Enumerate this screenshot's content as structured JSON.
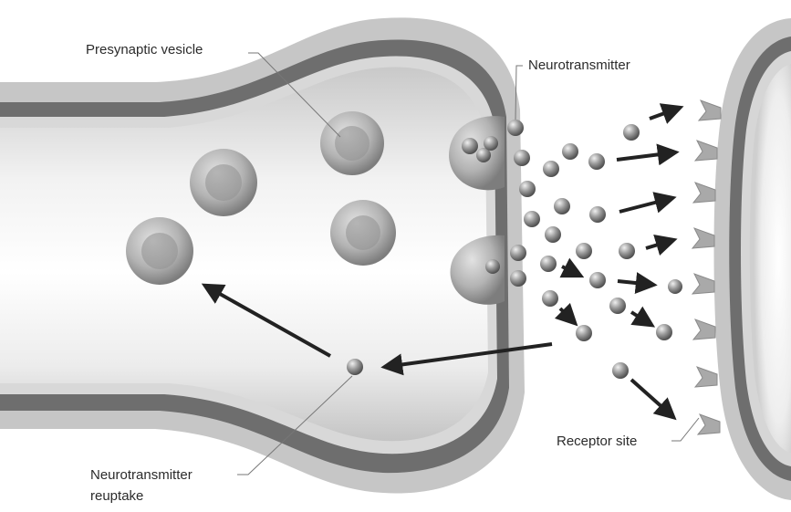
{
  "labels": {
    "presynaptic_vesicle": "Presynaptic vesicle",
    "neurotransmitter": "Neurotransmitter",
    "receptor_site": "Receptor site",
    "reuptake_line1": "Neurotransmitter",
    "reuptake_line2": "reuptake"
  },
  "colors": {
    "membrane_outer": "#bdbdbd",
    "membrane_band": "#6f6f6f",
    "interior": "#e6e6e6",
    "vesicle": "#a8a8a8",
    "molecule": "#8a8a8a",
    "arrow": "#222222",
    "receptor": "#b0b0b0"
  }
}
